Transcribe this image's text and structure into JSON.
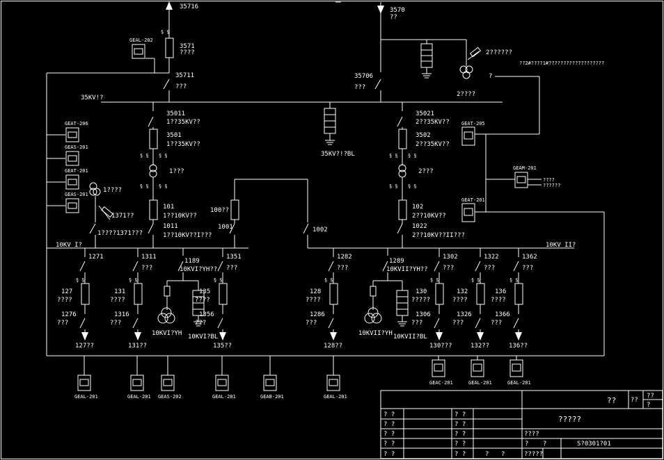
{
  "colors": {
    "background": "#000000",
    "line": "#ffffff"
  },
  "buses": {
    "bus35": "35KV!?",
    "bus10_left": "10KV I?",
    "bus10_right": "10KV II?"
  },
  "feeders_35": {
    "left_out": {
      "id": "35716",
      "breaker": "3571",
      "breaker_note": "????",
      "switch": "35711",
      "switch_note": "???"
    },
    "right_in": {
      "id": "3570",
      "note": "??",
      "switch": "35706",
      "switch_note": "???",
      "pt": "2??????",
      "pt_xf": "2????"
    }
  },
  "note_line": "??2#????1#???????????????????",
  "note_q": "?",
  "arrester_35": "35KV?!?BL",
  "transformer_left": {
    "sw_top": "35011",
    "sw_top_note": "1??35KV??",
    "brk": "3501",
    "brk_note": "1??35KV??",
    "xfmr": "1???",
    "brk10": "101",
    "brk10_note": "1??10KV??",
    "sw10": "1011",
    "sw10_note": "1??10KV??I???",
    "aux": "1????",
    "aux_sw": "1371??",
    "aux_note": "1????1371???"
  },
  "transformer_right": {
    "sw_top": "35021",
    "sw_top_note": "2??35KV??",
    "brk": "3502",
    "brk_note": "2??35KV??",
    "xfmr": "2???",
    "brk10": "102",
    "brk10_note": "2??10KV??",
    "sw10": "1022",
    "sw10_note": "2??10KV??II???"
  },
  "bus_tie": {
    "brk": "100??",
    "sw1": "1001",
    "sw2": "1002"
  },
  "feeders_10_left": [
    {
      "top": "1271",
      "brk": "127",
      "brk_note": "????",
      "sw": "1276",
      "sw_note": "???",
      "out": "127??"
    },
    {
      "top": "1311",
      "top_note": "???",
      "brk": "131",
      "brk_note": "????",
      "sw": "1316",
      "sw_note": "???",
      "out": "131??"
    },
    {
      "top": "1351",
      "top_note": "???",
      "brk": "135",
      "brk_note": "????",
      "sw": "1356",
      "sw_note": "???",
      "out": "135??"
    }
  ],
  "pt_left": {
    "sw": "1189",
    "note": "10KVI?YH??",
    "xf": "10KVI?YH",
    "arr": "10KVI?BL"
  },
  "feeders_10_right": [
    {
      "top": "1282",
      "top_note": "???",
      "brk": "128",
      "brk_note": "????",
      "sw": "1286",
      "sw_note": "???",
      "out": "128??"
    },
    {
      "top": "1302",
      "top_note": "???",
      "brk": "130",
      "brk_note": "?????",
      "sw": "1306",
      "sw_note": "???",
      "out": "130???"
    },
    {
      "top": "1322",
      "top_note": "???",
      "brk": "132",
      "brk_note": "????",
      "sw": "1326",
      "sw_note": "???",
      "out": "132??"
    },
    {
      "top": "1362",
      "top_note": "???",
      "brk": "136",
      "brk_note": "????",
      "sw": "1366",
      "sw_note": "???",
      "out": "136??"
    }
  ],
  "pt_right": {
    "sw": "1289",
    "note": "10KVII?YH??",
    "xf": "10KVII?YH",
    "arr": "10KVII?BL"
  },
  "devices": {
    "geal202": "GEAL-202",
    "geat206": "GEAT-206",
    "geas201": "GEAS-201",
    "geat201a": "GEAT-201",
    "geas201b": "GEAS-201",
    "geat205": "GEAT-205",
    "geam201": "GEAM-201",
    "geam_note1": "????",
    "geam_note2": "??????",
    "geat201b": "GEAT-201",
    "bottom": [
      "GEAL-201",
      "GEAL-201",
      "GEAS-202",
      "GEAL-201",
      "GEAB-201",
      "GEAL-201"
    ],
    "bottom_right": [
      "GEAC-201",
      "GEAL-201",
      "GEAL-201"
    ]
  },
  "title_block": {
    "r1": "??",
    "r1b": "??",
    "r1c1": "??",
    "r1c2": "?",
    "name": "?????",
    "rows": [
      "? ?",
      "? ?",
      "? ?",
      "? ?",
      "? ?"
    ],
    "mid": [
      "? ?",
      "? ?",
      "? ?",
      "? ?",
      "? ?"
    ],
    "r4a": "????",
    "r5a": "?",
    "r5b": "?",
    "drawing_no": "S?0301?01",
    "last_a": "?",
    "last_b": "?",
    "last_c": "?????"
  }
}
